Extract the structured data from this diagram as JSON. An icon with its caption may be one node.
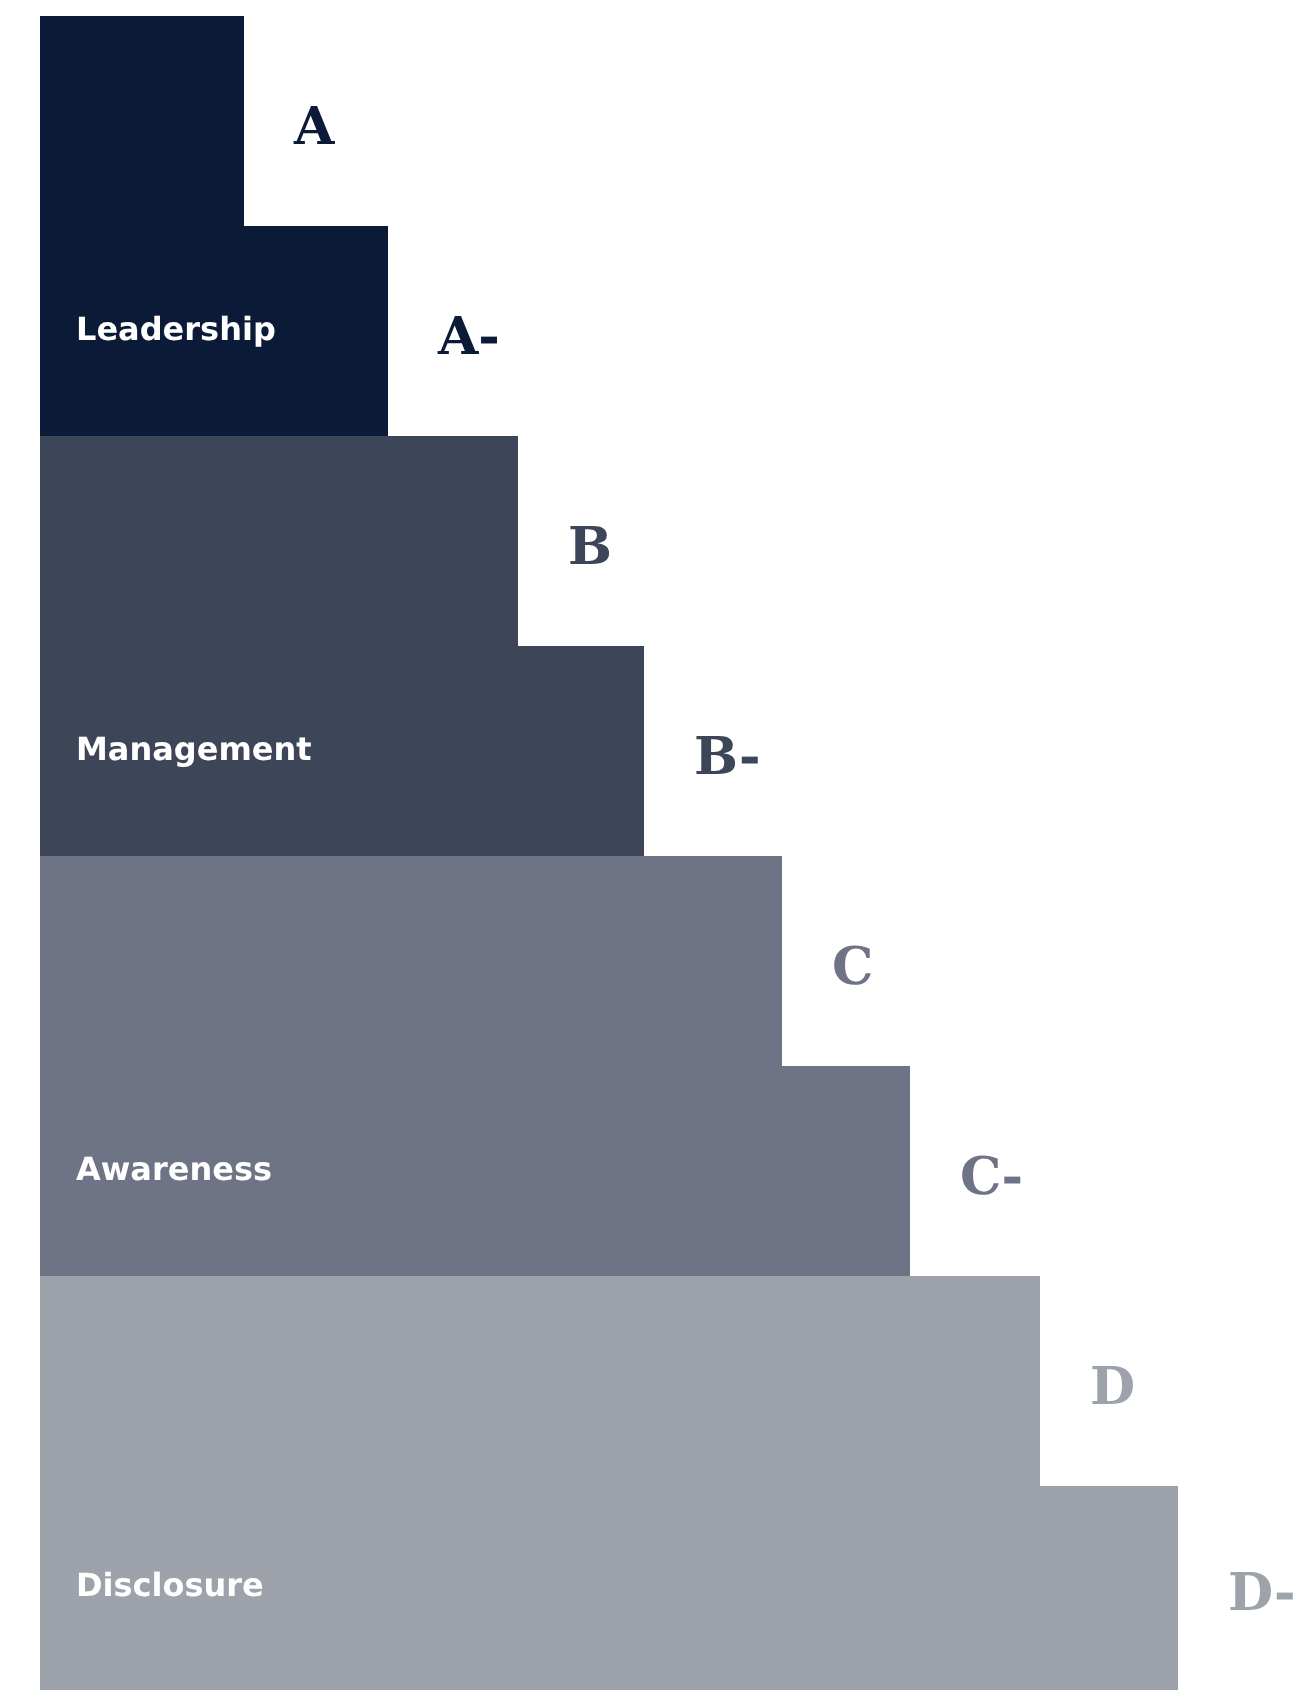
{
  "diagram": {
    "nodes": [
      {
        "text": [
          "Leadership"
        ],
        "beside": [
          "A",
          "A-"
        ]
      },
      {
        "text": [
          "Management"
        ],
        "beside": [
          "B",
          "B-"
        ]
      },
      {
        "text": [
          "Awareness"
        ],
        "beside": [
          "C",
          "C-"
        ]
      },
      {
        "text": [
          "Disclosure"
        ],
        "beside": [
          "D",
          "D-"
        ]
      }
    ],
    "edges": []
  }
}
